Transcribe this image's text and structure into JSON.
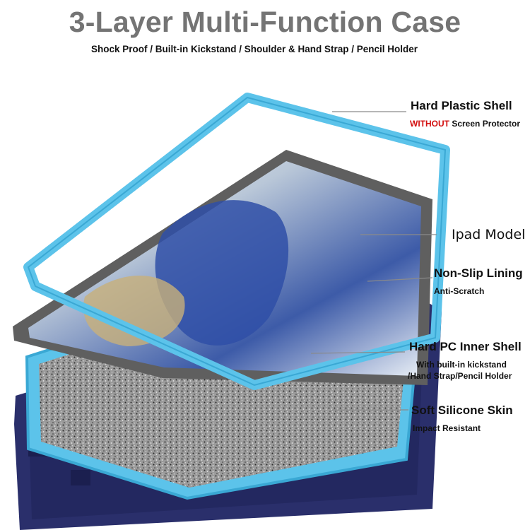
{
  "header": {
    "title": "3-Layer Multi-Function Case",
    "subtitle": "Shock Proof / Built-in Kickstand / Shoulder & Hand Strap / Pencil Holder"
  },
  "callouts": {
    "hard_plastic_shell": {
      "title": "Hard Plastic Shell",
      "note_highlight": "WITHOUT",
      "note_rest": " Screen Protector"
    },
    "ipad_model": {
      "title": "Ipad Model"
    },
    "non_slip_lining": {
      "title": "Non-Slip Lining",
      "note": "Anti-Scratch"
    },
    "hard_pc_inner_shell": {
      "title": "Hard PC Inner Shell",
      "note_line1": "With built-in kickstand",
      "note_line2": "/Hand Strap/Pencil Holder"
    },
    "soft_silicone_skin": {
      "title": "Soft Silicone Skin",
      "note": "Impact Resistant"
    }
  },
  "colors": {
    "light_blue_frame": "#5cc3ea",
    "navy_silicone": "#2a2f6b",
    "tablet_bezel": "#6b6b6b",
    "title_gray": "#747474",
    "accent_red": "#d31010"
  }
}
